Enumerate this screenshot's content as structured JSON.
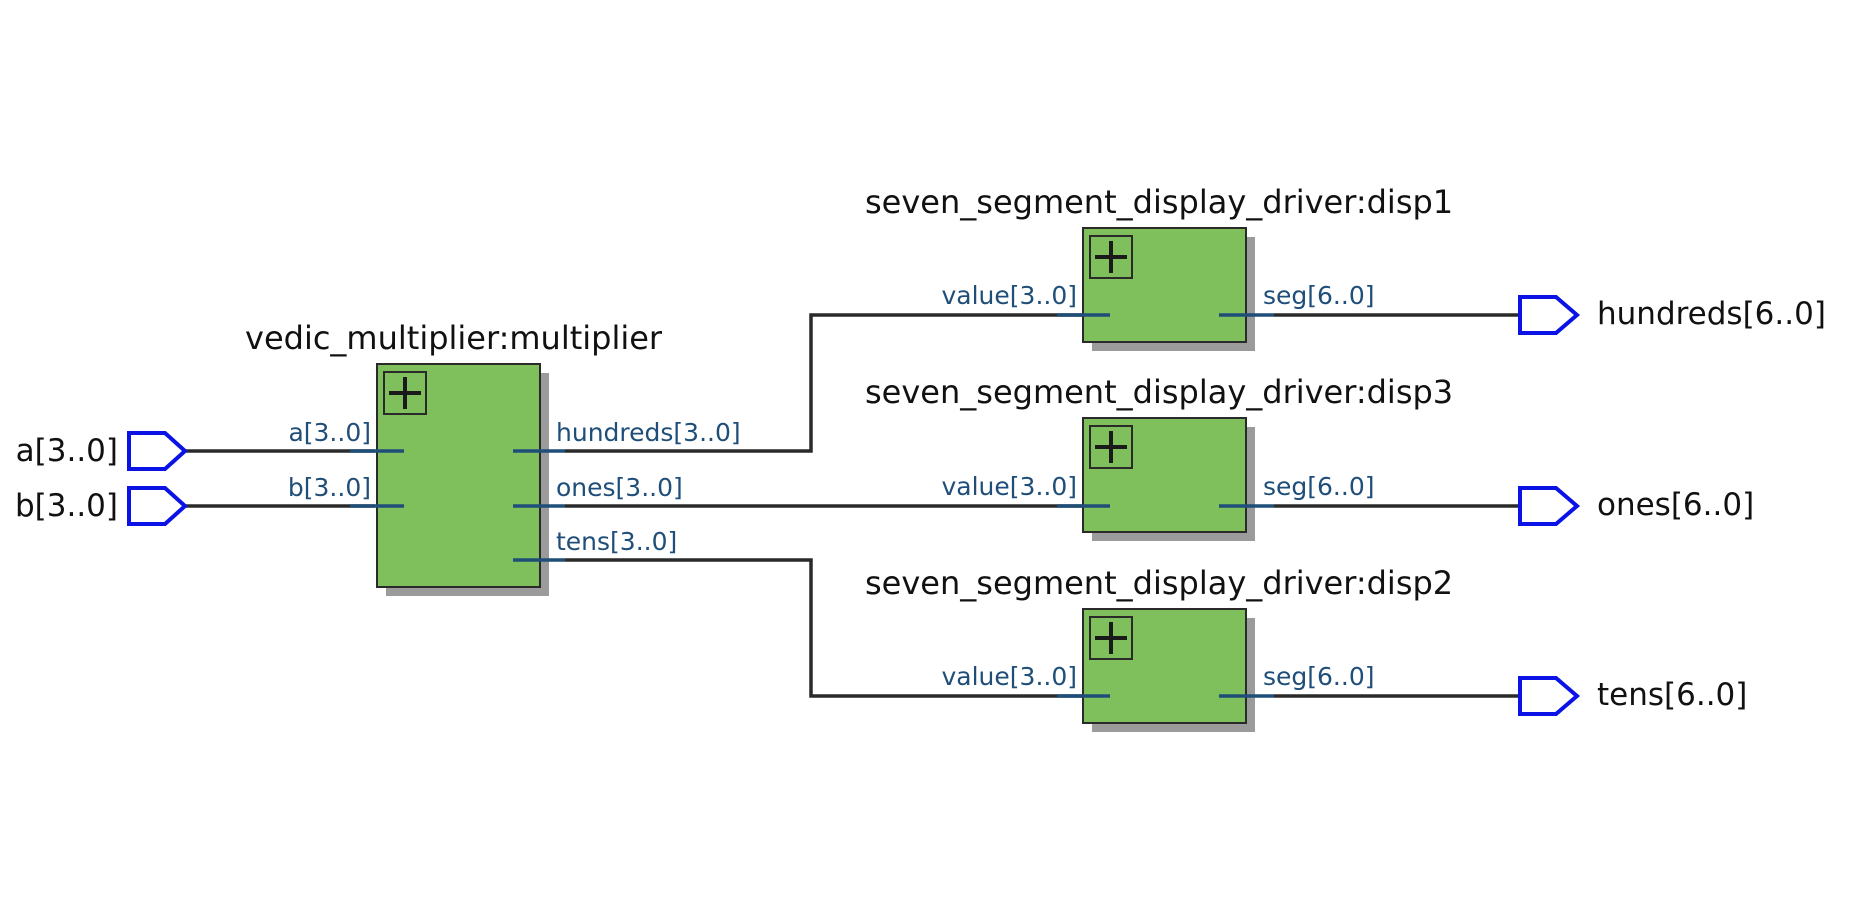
{
  "diagram": {
    "inputs": [
      {
        "id": "a",
        "label": "a[3..0]"
      },
      {
        "id": "b",
        "label": "b[3..0]"
      }
    ],
    "outputs": [
      {
        "id": "hundreds",
        "label": "hundreds[6..0]"
      },
      {
        "id": "ones",
        "label": "ones[6..0]"
      },
      {
        "id": "tens",
        "label": "tens[6..0]"
      }
    ],
    "blocks": {
      "multiplier": {
        "title": "vedic_multiplier:multiplier",
        "in_ports": [
          "a[3..0]",
          "b[3..0]"
        ],
        "out_ports": [
          "hundreds[3..0]",
          "ones[3..0]",
          "tens[3..0]"
        ]
      },
      "disp1": {
        "title": "seven_segment_display_driver:disp1",
        "in_port": "value[3..0]",
        "out_port": "seg[6..0]"
      },
      "disp3": {
        "title": "seven_segment_display_driver:disp3",
        "in_port": "value[3..0]",
        "out_port": "seg[6..0]"
      },
      "disp2": {
        "title": "seven_segment_display_driver:disp2",
        "in_port": "value[3..0]",
        "out_port": "seg[6..0]"
      }
    },
    "colors": {
      "block_fill": "#80c05c",
      "pin_outline": "#0a12e6",
      "port_label": "#1f4e79",
      "wire": "#2a2a2a"
    }
  }
}
